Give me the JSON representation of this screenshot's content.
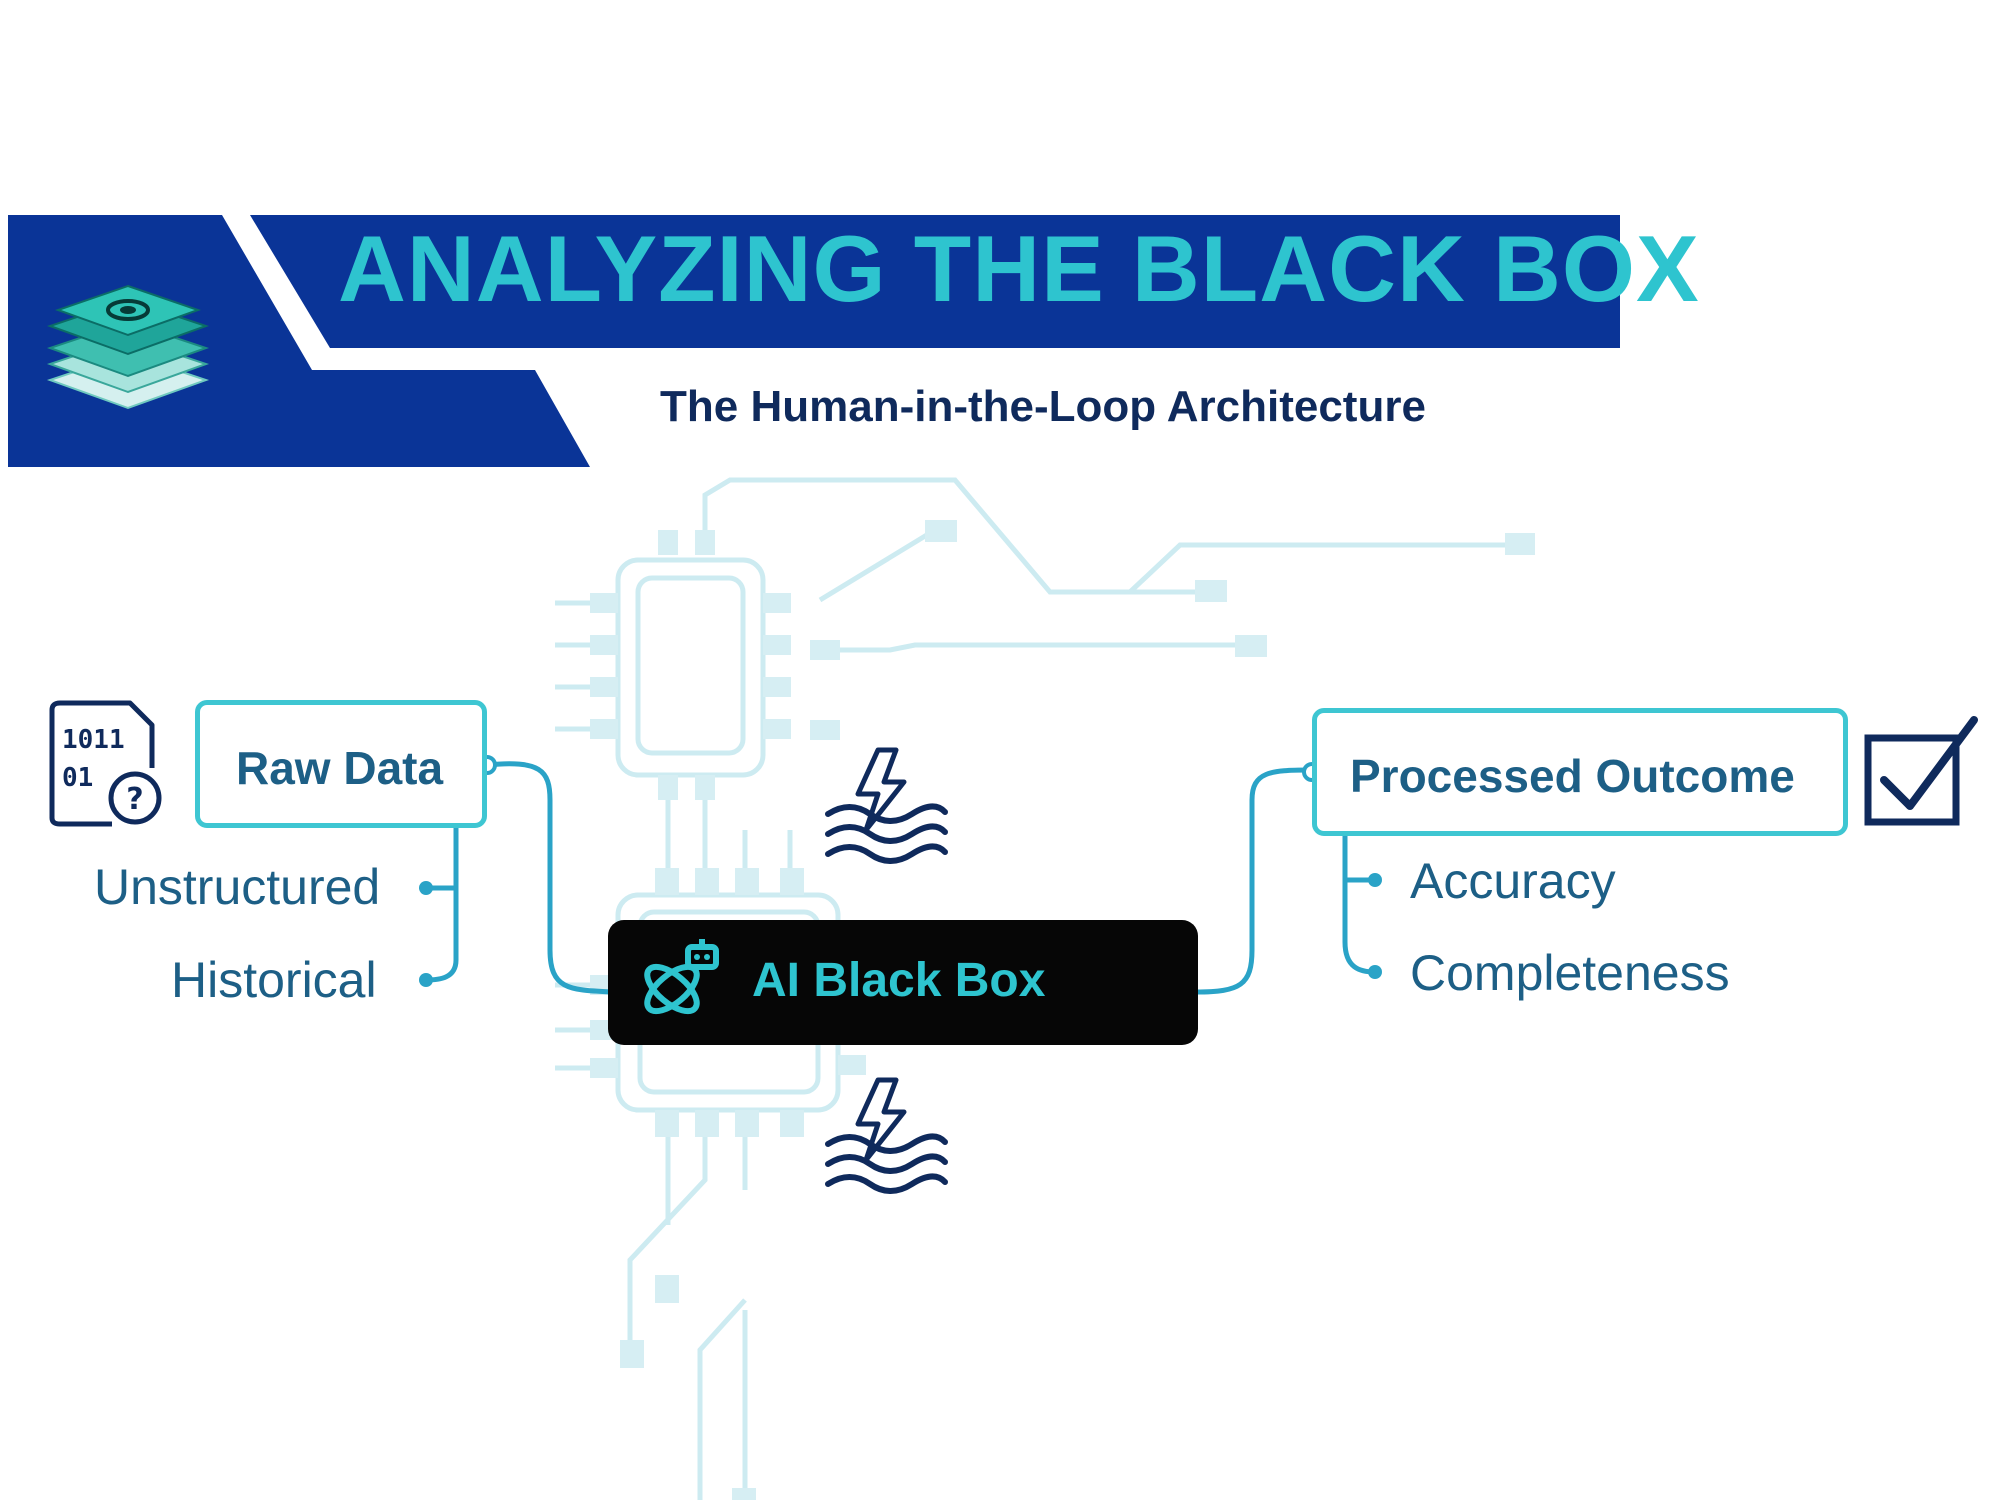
{
  "header": {
    "title": "ANALYZING THE BLACK BOX",
    "subtitle": "The Human-in-the-Loop Architecture",
    "logo_icon": "layered-chip-stack-icon"
  },
  "nodes": {
    "input": {
      "label": "Raw Data",
      "icon": "binary-data-question-icon",
      "branches": [
        "Unstructured",
        "Historical"
      ]
    },
    "processor": {
      "label": "AI Black Box",
      "icon": "atom-robot-icon"
    },
    "output": {
      "label": "Processed Outcome",
      "icon": "checkbox-checked-icon",
      "branches": [
        "Accuracy",
        "Completeness"
      ]
    }
  },
  "decorations": {
    "energy_icons": [
      "lightning-waves-icon",
      "lightning-waves-icon"
    ],
    "circuit_background": "circuit-board-chip"
  },
  "colors": {
    "brand_navy": "#0a3497",
    "accent_teal": "#2ec4cf",
    "node_border": "#3ec6d2",
    "label_text": "#1d5f86",
    "circuit_light": "#d6eef3",
    "connector": "#2aa3c7",
    "dark_navy": "#0f2a5c",
    "black_box": "#060606"
  }
}
